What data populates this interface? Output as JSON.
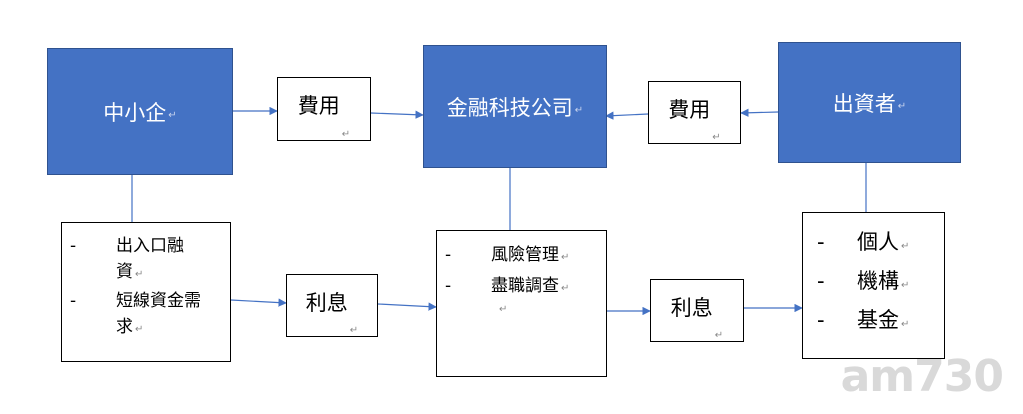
{
  "diagram": {
    "nodes": {
      "sme": "中小企",
      "fintech": "金融科技公司",
      "investor": "出資者",
      "fee_left": "費用",
      "fee_right": "費用",
      "interest_left": "利息",
      "interest_right": "利息"
    },
    "lists": {
      "sme_needs": [
        "出入口融資",
        "短線資金需求"
      ],
      "fintech_roles": [
        "風險管理",
        "盡職調查"
      ],
      "investor_types": [
        "個人",
        "機構",
        "基金"
      ]
    },
    "paragraph_mark": "↵",
    "watermark": "am730"
  },
  "colors": {
    "node_fill": "#4472c4",
    "node_border": "#2f528f",
    "arrow": "#4472c4"
  }
}
